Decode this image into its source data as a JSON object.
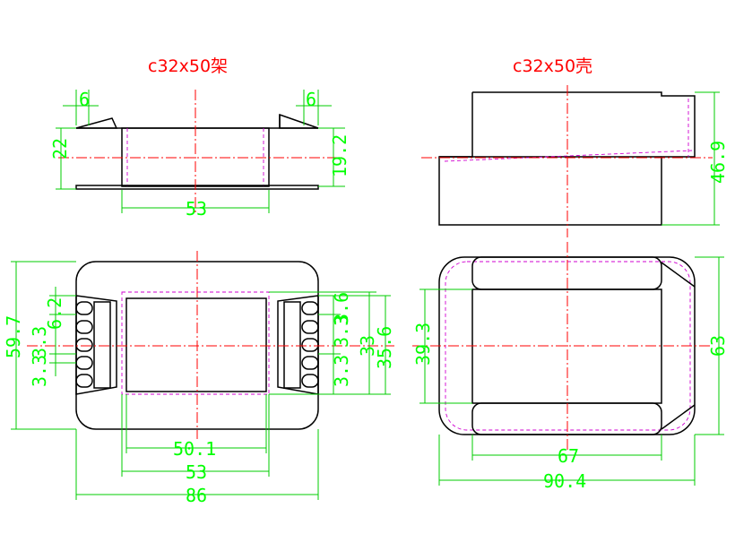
{
  "titles": {
    "frame": "c32x50架",
    "shell": "c32x50壳"
  },
  "frame_side": {
    "dim_left_top": "6",
    "dim_right_top": "6",
    "dim_height": "22",
    "dim_inner_height": "19.2",
    "dim_width": "53"
  },
  "frame_top": {
    "dim_slot_a": "6.2",
    "dim_slot_b": "3.3",
    "dim_slot_c": "3.3",
    "dim_right_a": "3.6",
    "dim_right_b": "3.3",
    "dim_right_c": "3.3",
    "dim_height": "59.7",
    "dim_inner": "33",
    "dim_inner_b": "35.6",
    "dim_w1": "50.1",
    "dim_w2": "53",
    "dim_w3": "86"
  },
  "shell_side": {
    "dim_height": "46.9"
  },
  "shell_top": {
    "dim_inner_h": "39.3",
    "dim_height": "63",
    "dim_w1": "67",
    "dim_w2": "90.4"
  },
  "colors": {
    "title": "#ff0000",
    "dimension": "#00ff00",
    "outline": "#000000",
    "hidden": "#d000d0",
    "centerline": "#ff0000"
  }
}
